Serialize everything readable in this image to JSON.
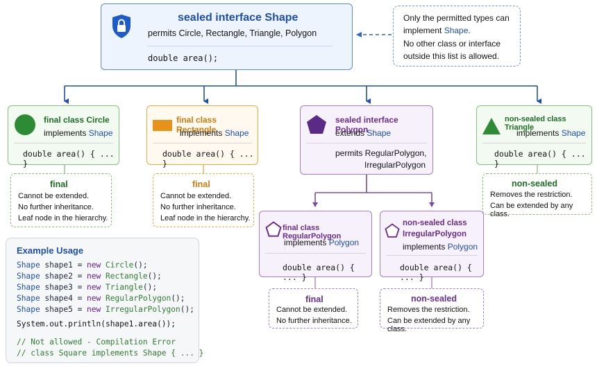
{
  "top": {
    "title_kw": "sealed interface",
    "title_name": "Shape",
    "permits": "permits Circle, Rectangle, Triangle, Polygon",
    "method": "double area();",
    "icon": "lock-shield-icon"
  },
  "note": {
    "line1": "Only the permitted types can",
    "line2a": "implement ",
    "line2b": "Shape",
    "line2c": ".",
    "line3": "No other class or interface",
    "line4": "outside this list is allowed."
  },
  "circle": {
    "title": "final class Circle",
    "rel": "implements ",
    "target": "Shape",
    "method": "double area() { ... }",
    "note_title": "final",
    "note_lines": [
      "Cannot be extended.",
      "No further inheritance.",
      "Leaf node in the hierarchy."
    ],
    "color": "#2e8b35"
  },
  "rectangle": {
    "title": "final class Rectangle",
    "rel": "implements ",
    "target": "Shape",
    "method": "double area() { ... }",
    "note_title": "final",
    "note_lines": [
      "Cannot be extended.",
      "No further inheritance.",
      "Leaf node in the hierarchy."
    ],
    "color": "#e8921b"
  },
  "polygon": {
    "title": "sealed interface Polygon",
    "rel": "extends ",
    "target": "Shape",
    "permits1": "permits RegularPolygon,",
    "permits2": "IrregularPolygon",
    "color": "#6a2c91"
  },
  "triangle": {
    "title": "non-sealed class Triangle",
    "rel": "implements ",
    "target": "Shape",
    "method": "double area() { ... }",
    "note_title": "non-sealed",
    "note_lines": [
      "Removes the restriction.",
      "Can be extended by any class."
    ],
    "color": "#2e8b35"
  },
  "regular": {
    "title": "final class RegularPolygon",
    "rel": "implements ",
    "target": "Polygon",
    "method": "double area() { ... }",
    "note_title": "final",
    "note_lines": [
      "Cannot be extended.",
      "No further inheritance."
    ]
  },
  "irregular": {
    "title1": "non-sealed class",
    "title2": "IrregularPolygon",
    "rel": "implements ",
    "target": "Polygon",
    "method": "double area() { ... }",
    "note_title": "non-sealed",
    "note_lines": [
      "Removes the restriction.",
      "Can be extended by any class."
    ]
  },
  "example": {
    "heading": "Example Usage",
    "lines": [
      {
        "type": "Shape",
        "var": " shape1 = ",
        "kw": "new",
        "cls": " Circle",
        "end": "();"
      },
      {
        "type": "Shape",
        "var": " shape2 = ",
        "kw": "new",
        "cls": " Rectangle",
        "end": "();"
      },
      {
        "type": "Shape",
        "var": " shape3 = ",
        "kw": "new",
        "cls": " Triangle",
        "end": "();"
      },
      {
        "type": "Shape",
        "var": " shape4 = ",
        "kw": "new",
        "cls": " RegularPolygon",
        "end": "();"
      },
      {
        "type": "Shape",
        "var": " shape5 = ",
        "kw": "new",
        "cls": " IrregularPolygon",
        "end": "();"
      }
    ],
    "print": "System.out.println(shape1.area());",
    "comment1": "// Not allowed - Compilation Error",
    "comment2": "// class Square implements Shape { ... }"
  }
}
